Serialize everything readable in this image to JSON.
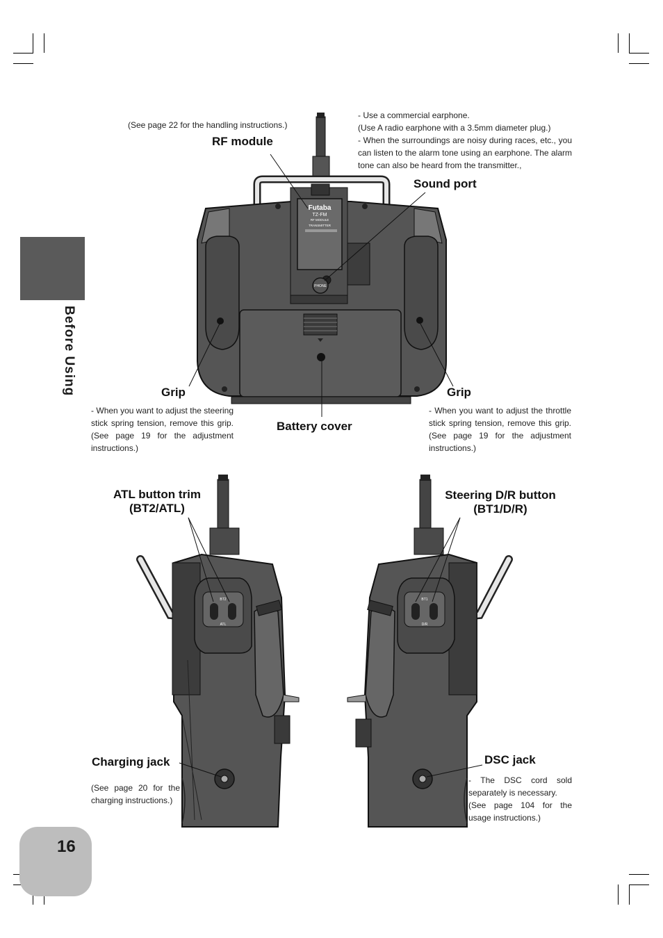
{
  "page": {
    "number": "16",
    "section": "Before Using"
  },
  "labels": {
    "rf_module": "RF module",
    "rf_module_note": "(See page 22 for the handling instructions.)",
    "sound_port": "Sound port",
    "sound_port_note": [
      "- Use a commercial earphone.",
      "(Use A radio earphone with a 3.5mm diameter plug.)",
      "- When the surroundings are noisy during races, etc., you can listen to the alarm tone using an earphone. The alarm tone can also be heard from the transmitter.,"
    ],
    "grip_left": "Grip",
    "grip_left_note": "- When you want to adjust the steering stick spring tension, remove this grip. (See page 19 for the adjustment instructions.)",
    "grip_right": "Grip",
    "grip_right_note": "- When you want to adjust the throttle stick spring tension, remove this grip. (See page 19 for the adjustment instructions.)",
    "battery_cover": "Battery cover",
    "atl_trim": [
      "ATL button trim",
      "(BT2/ATL)"
    ],
    "steering_dr": [
      "Steering D/R button",
      "(BT1/D/R)"
    ],
    "charging_jack": "Charging jack",
    "charging_jack_note": "(See page 20 for the charging instructions.)",
    "dsc_jack": "DSC jack",
    "dsc_jack_note": [
      "- The DSC cord sold separately is necessary.",
      "(See page 104 for the usage instructions.)"
    ]
  },
  "device_text": {
    "brand": "Futaba",
    "module_model": "TZ-FM",
    "module_line1": "RF MODULE",
    "module_line2": "TRANSMITTER",
    "phone": "PHONE",
    "bt2": "BT2",
    "atl": "ATL",
    "bt1": "BT1",
    "dr": "D/R"
  },
  "colors": {
    "body": "#545454",
    "body_dark": "#3a3a3a",
    "tab_dark": "#5a5a5a",
    "tab_light": "#bdbdbd"
  }
}
